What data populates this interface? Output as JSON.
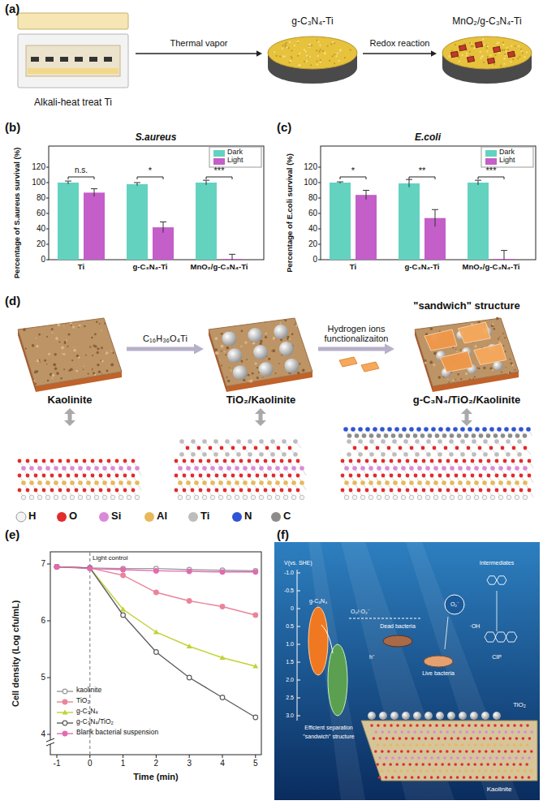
{
  "diagram": {
    "nodes": [
      {
        "text": [
          "Alkali-heat treat Ti"
        ]
      },
      {
        "text": [
          "g-C₃N₄-Ti"
        ]
      },
      {
        "text": [
          "MnO₂/g-C₃N₄-Ti"
        ]
      },
      {
        "text": [
          "Kaolinite"
        ]
      },
      {
        "text": [
          "TiO₂/Kaolinite"
        ]
      },
      {
        "text": [
          "\"sandwich\" structure",
          "g-C₃N₄/TiO₂/Kaolinite"
        ]
      }
    ],
    "edges": [
      {
        "from": 0,
        "to": 1,
        "label": "Thermal vapor",
        "arrow": "to"
      },
      {
        "from": 1,
        "to": 2,
        "label": "Redox reaction",
        "arrow": "to"
      },
      {
        "from": 3,
        "to": 4,
        "label": "C₁₆H₃₆O₄Ti",
        "arrow": "to"
      },
      {
        "from": 4,
        "to": 5,
        "label": "Hydrogen ions functionalizaiton",
        "arrow": "to"
      }
    ],
    "labels": [
      "(a)",
      "(b)",
      "S.aureus",
      "Percentage of S.aureus survival (%)",
      "0",
      "20",
      "40",
      "60",
      "80",
      "100",
      "120",
      "Ti",
      "g-C₃N₄-Ti",
      "MnO₂/g-C₃N₄-Ti",
      "n.s.",
      "*",
      "***",
      "(c)",
      "E.coli",
      "Percentage of E.coli survival (%)",
      "0",
      "20",
      "40",
      "60",
      "80",
      "100",
      "120",
      "Ti",
      "g-C₃N₄-Ti",
      "MnO₂/g-C₃N₄-Ti",
      "*",
      "**",
      "***",
      "(d)",
      "(e)",
      "Cell density (Log cfu/mL)",
      "7",
      "6",
      "5",
      "4",
      "-1",
      "0",
      "1",
      "2",
      "3",
      "4",
      "5",
      "Time (min)",
      "Light control",
      "(f)",
      "V(vs. SHE)",
      "-1.0",
      "-0.5",
      "0",
      "0.5",
      "1.0",
      "1.5",
      "2.0",
      "2.5",
      "3.0",
      "Efficient separation",
      "Dead bacteria",
      "Live bacteria",
      "O₂/·O₂⁻",
      "O₂⁻",
      "h⁺",
      "·OH",
      "Intermediates",
      "CIP",
      "\"sandwich\" structure",
      "g-C₃N₄",
      "TiO₂",
      "Kaolinite"
    ],
    "legend": [
      {
        "text": "Dark",
        "color": "#63d3c0"
      },
      {
        "text": "Light",
        "color": "#c45ec9"
      },
      {
        "text": "Dark",
        "color": "#63d3c0"
      },
      {
        "text": "Light",
        "color": "#c45ec9"
      },
      {
        "text": "H",
        "color": "#f4f4f4"
      },
      {
        "text": "O",
        "color": "#e32b2b"
      },
      {
        "text": "Si",
        "color": "#d98ad6"
      },
      {
        "text": "Al",
        "color": "#e8b85a"
      },
      {
        "text": "Ti",
        "color": "#bdbdbd"
      },
      {
        "text": "N",
        "color": "#2f55d4"
      },
      {
        "text": "C",
        "color": "#8c8c8c"
      },
      {
        "text": "kaolinite"
      },
      {
        "text": "TiO₂"
      },
      {
        "text": "g-C₃N₄"
      },
      {
        "text": "g-C₃N₄/TiO₂"
      },
      {
        "text": "Blank bacterial suspension"
      }
    ]
  }
}
